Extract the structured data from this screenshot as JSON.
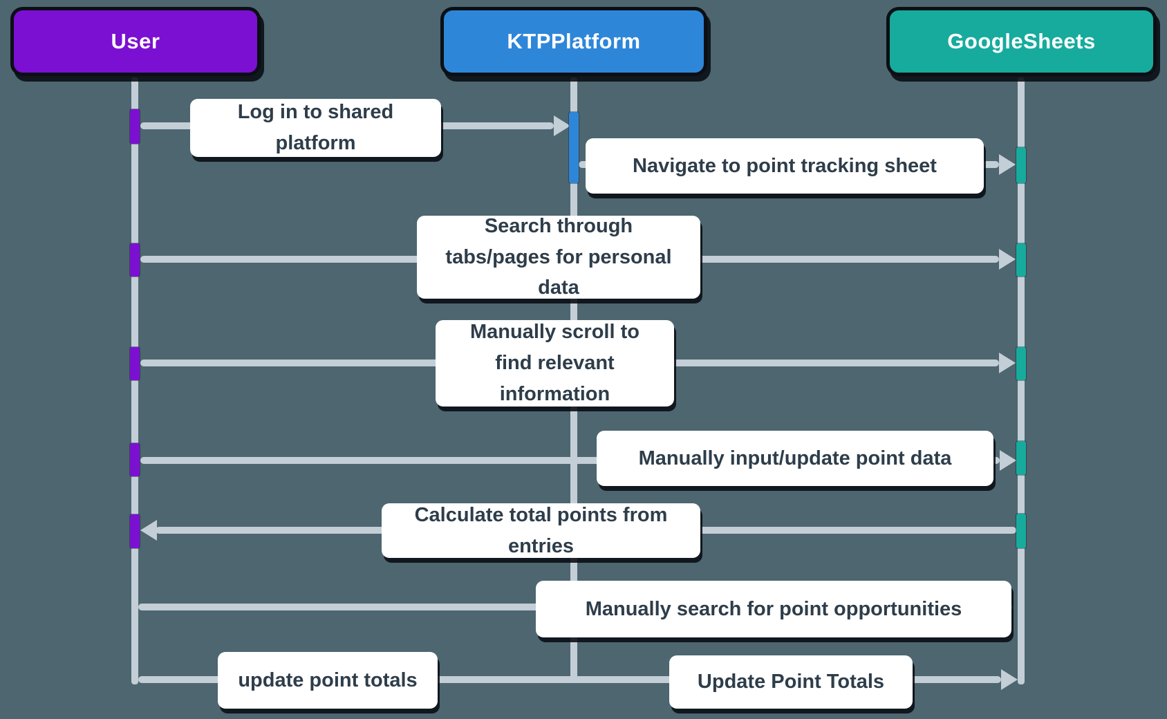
{
  "diagram_type": "sequence-diagram",
  "colors": {
    "bg": "#4d6670",
    "line": "#c4ced7",
    "msg_text": "#2e3d4a",
    "box_bg": "#ffffff",
    "purple": "#7b10d2",
    "blue": "#2e86d9",
    "teal": "#17ab9d",
    "actor_text": "#ffffff"
  },
  "actors": [
    {
      "id": "user",
      "label": "User",
      "color": "#7b10d2"
    },
    {
      "id": "ktpplatform",
      "label": "KTPPlatform",
      "color": "#2e86d9"
    },
    {
      "id": "googlesheets",
      "label": "GoogleSheets",
      "color": "#17ab9d"
    }
  ],
  "messages": [
    {
      "from": "User",
      "to": "KTPPlatform",
      "text": "Log in to shared platform"
    },
    {
      "from": "KTPPlatform",
      "to": "GoogleSheets",
      "text": "Navigate to point tracking sheet"
    },
    {
      "from": "User",
      "to": "GoogleSheets",
      "text": "Search through tabs/pages for personal data"
    },
    {
      "from": "User",
      "to": "GoogleSheets",
      "text": "Manually scroll to find relevant information"
    },
    {
      "from": "User",
      "to": "GoogleSheets",
      "text": "Manually input/update point data"
    },
    {
      "from": "GoogleSheets",
      "to": "User",
      "text": "Calculate total points from entries"
    },
    {
      "from": "User",
      "to": "GoogleSheets",
      "text": "Manually search for point opportunities"
    },
    {
      "from": "User",
      "to": "KTPPlatform",
      "text": "update point totals"
    },
    {
      "from": "KTPPlatform",
      "to": "GoogleSheets",
      "text": "Update Point Totals"
    }
  ]
}
